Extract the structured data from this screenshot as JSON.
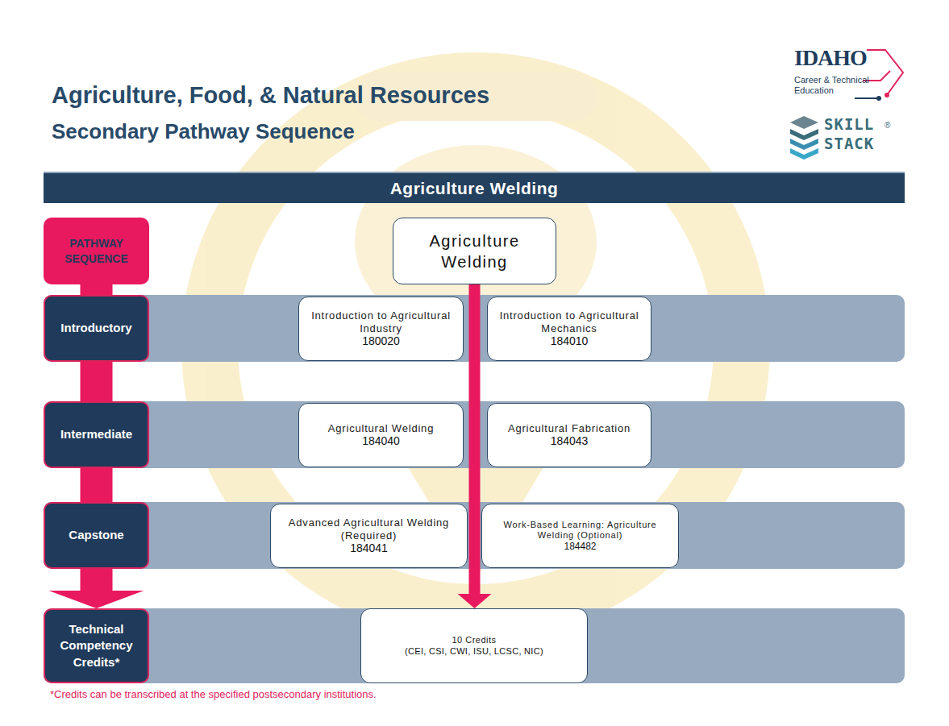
{
  "diagram": {
    "title": "Agriculture, Food, & Natural Resources",
    "nodes": [
      {
        "text": [
          "Agriculture Welding"
        ]
      },
      {
        "text": [
          "PATHWAY SEQUENCE"
        ]
      },
      {
        "text": [
          "Agriculture Welding"
        ]
      },
      {
        "text": [
          "Introductory"
        ]
      },
      {
        "text": [
          "Introduction to Agricultural Industry",
          "180020"
        ],
        "in": 3
      },
      {
        "text": [
          "Introduction to Agricultural Mechanics",
          "184010"
        ],
        "in": 3
      },
      {
        "text": [
          "Intermediate"
        ]
      },
      {
        "text": [
          "Agricultural Welding",
          "184040"
        ],
        "in": 6
      },
      {
        "text": [
          "Agricultural Fabrication",
          "184043"
        ],
        "in": 6
      },
      {
        "text": [
          "Capstone"
        ]
      },
      {
        "text": [
          "Advanced Agricultural Welding (Required)",
          "184041"
        ],
        "in": 9
      },
      {
        "text": [
          "Work-Based Learning: Agriculture Welding (Optional)",
          "184482"
        ],
        "in": 9
      },
      {
        "text": [
          "Technical Competency Credits*"
        ]
      },
      {
        "text": [
          "10 Credits",
          "(CEI, CSI, CWI, ISU, LCSC, NIC)"
        ],
        "in": 12
      }
    ],
    "edges": [
      {
        "from": 1,
        "to": 3,
        "arrow": "none"
      },
      {
        "from": 3,
        "to": 6,
        "arrow": "none"
      },
      {
        "from": 6,
        "to": 9,
        "arrow": "none"
      },
      {
        "from": 9,
        "to": 12,
        "arrow": "to"
      },
      {
        "from": 2,
        "to": 13,
        "arrow": "to"
      }
    ],
    "labels": [
      "Secondary Pathway Sequence",
      "IDAHO",
      "Career & Technical Education",
      "SKILL",
      "STACK",
      "®",
      "*Credits can be transcribed at the specified postsecondary institutions."
    ]
  }
}
